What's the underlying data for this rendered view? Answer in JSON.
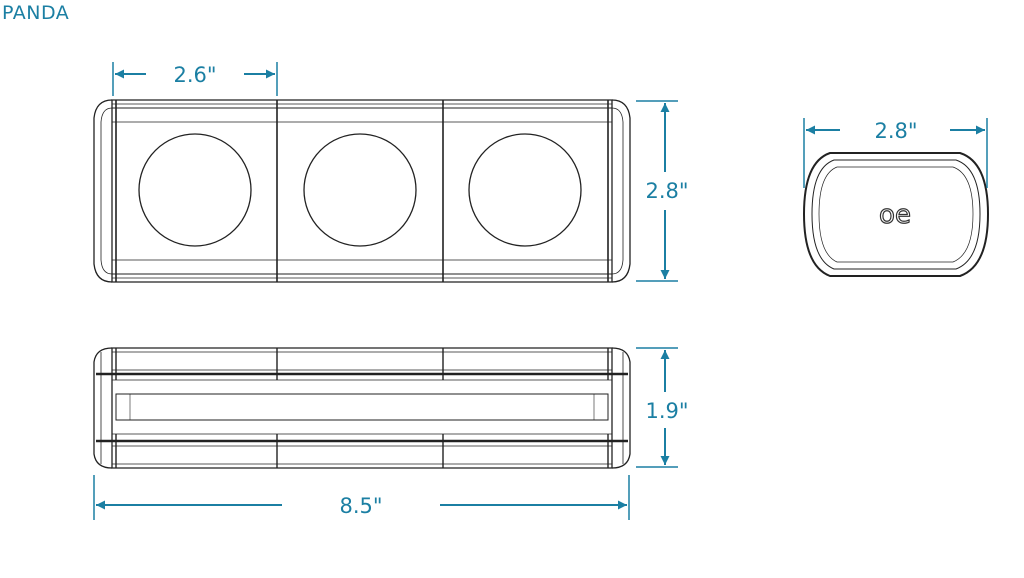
{
  "title": "PANDA",
  "colors": {
    "dimension": "#1b7fa3",
    "outline": "#222222"
  },
  "dimensions": {
    "module_width": "2.6\"",
    "top_height": "2.8\"",
    "end_width": "2.8\"",
    "side_height": "1.9\"",
    "total_length": "8.5\""
  },
  "logo": {
    "text": "oe",
    "icon": "oe-logo-icon"
  }
}
